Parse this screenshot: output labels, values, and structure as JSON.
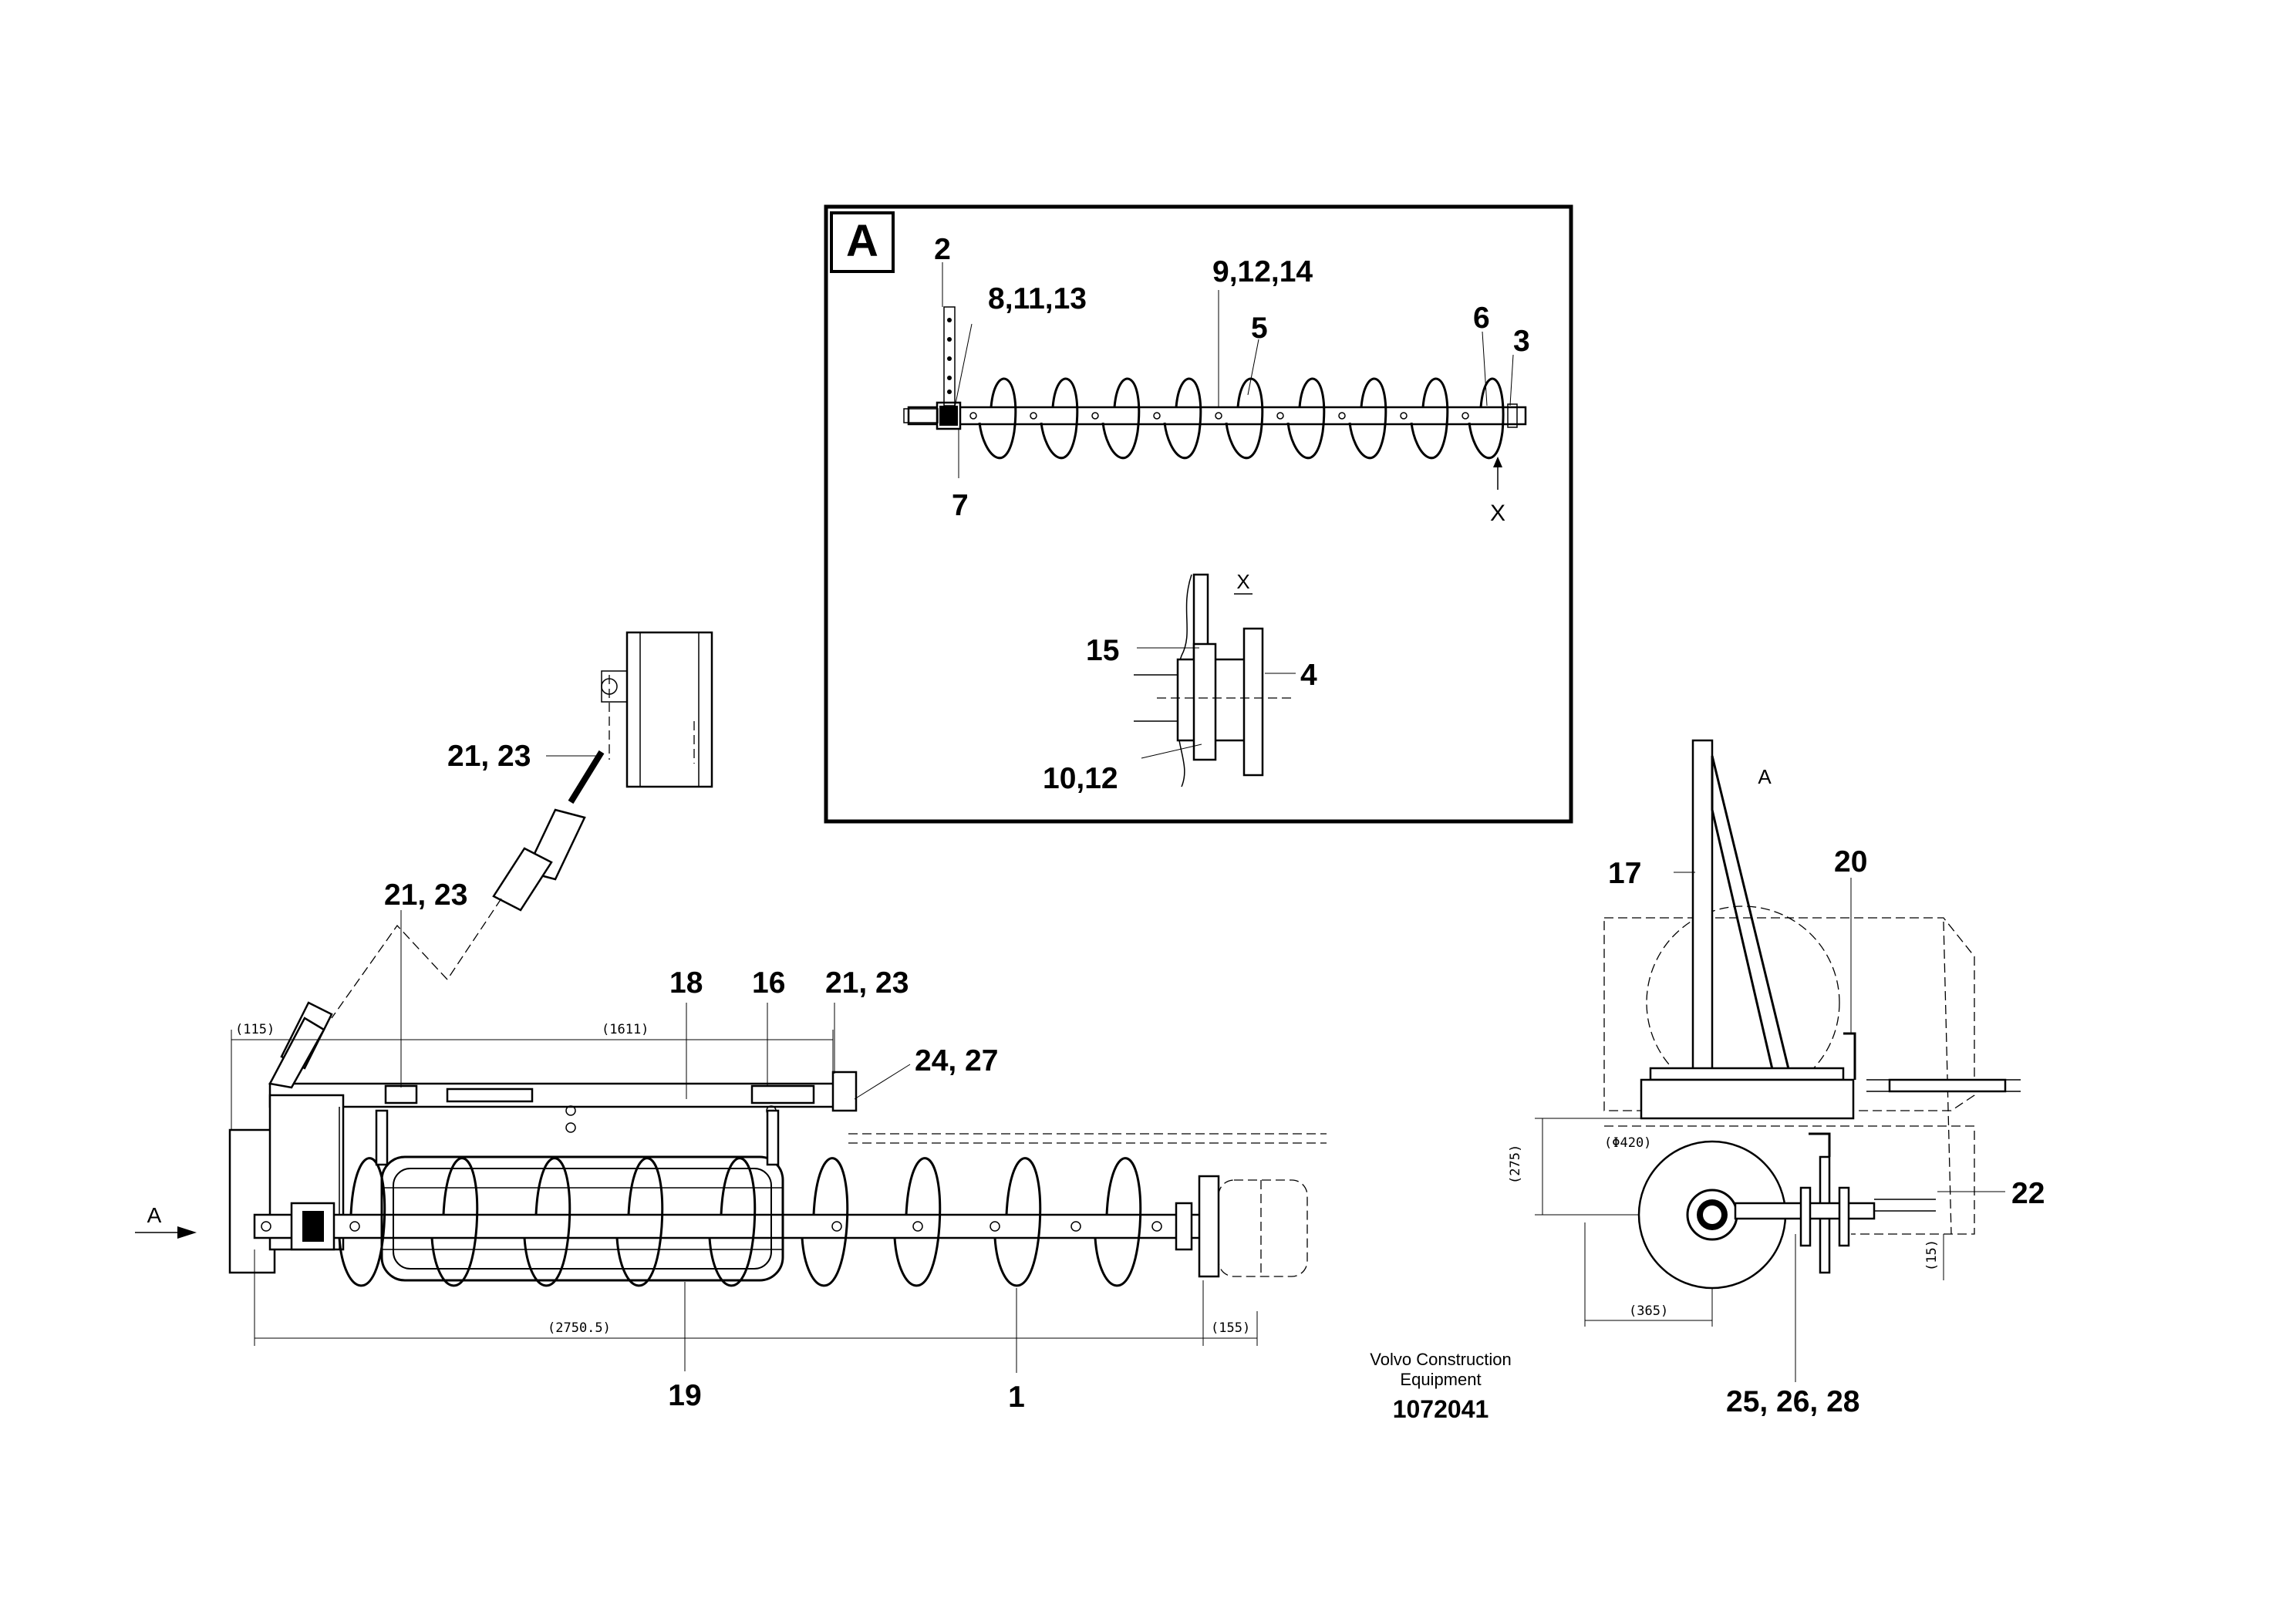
{
  "callouts": {
    "c_A_box": "A",
    "c2": "2",
    "c8_11_13": "8,11,13",
    "c9_12_14": "9,12,14",
    "c5": "5",
    "c6": "6",
    "c3": "3",
    "c7": "7",
    "c15": "15",
    "c4": "4",
    "c10_12": "10,12",
    "c21_23_a": "21, 23",
    "c21_23_b": "21, 23",
    "c21_23_c": "21, 23",
    "c18": "18",
    "c16": "16",
    "c24_27": "24, 27",
    "c19": "19",
    "c1": "1",
    "c17": "17",
    "c20": "20",
    "c22": "22",
    "c25_26_28": "25, 26, 28"
  },
  "view_markers": {
    "x_arrow": "X",
    "x_section": "X",
    "a_arrow": "A",
    "a_right": "A"
  },
  "dimensions": {
    "d115": "(115)",
    "d1611": "(1611)",
    "d2750": "(2750.5)",
    "d155": "(155)",
    "d275": "(275)",
    "d420": "(Φ420)",
    "d365": "(365)",
    "d15": "(15)"
  },
  "footer": {
    "company_line1": "Volvo Construction",
    "company_line2": "Equipment",
    "doc_number": "1072041"
  }
}
